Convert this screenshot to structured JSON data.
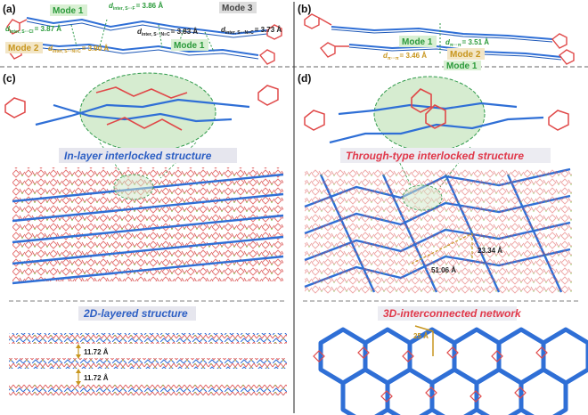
{
  "panels": {
    "a": {
      "label": "(a)",
      "mode1_top": "Mode 1",
      "mode1_bottom": "Mode 1",
      "mode2": "Mode 2",
      "mode3": "Mode 3",
      "d_sf": {
        "sym": "d",
        "sub": "inter, S···F",
        "value": "= 3.86 Å"
      },
      "d_scl": {
        "sym": "d",
        "sub": "inter, S···Cl",
        "value": "= 3.87 Å"
      },
      "d_sn": {
        "sym": "d",
        "sub": "inter, S···N≡C",
        "value": "= 3.83 Å"
      },
      "d_sn2": {
        "sym": "d",
        "sub": "inter, S···N≡C",
        "value": "= 3.73 Å"
      },
      "d_sn3": {
        "sym": "d",
        "sub": "inter, S···N≡C",
        "value": "= 3.90 Å"
      }
    },
    "b": {
      "label": "(b)",
      "mode1_top": "Mode 1",
      "mode1_bottom": "Mode 1",
      "mode2": "Mode 2",
      "d_pp1": {
        "sym": "d",
        "sub": "π···π",
        "value": "= 3.51 Å"
      },
      "d_pp2": {
        "sym": "d",
        "sub": "π···π",
        "value": "= 3.46 Å"
      }
    },
    "c": {
      "label": "(c)",
      "title_top": "In-layer interlocked structure",
      "title_bottom": "2D-layered structure",
      "spacing1": "11.72 Å",
      "spacing2": "11.72 Å"
    },
    "d": {
      "label": "(d)",
      "title_top": "Through-type interlocked structure",
      "title_bottom": "3D-interconnected network",
      "dist1": "23.34 Å",
      "dist2": "51.06 Å",
      "dist3": "25 Å"
    }
  },
  "colors": {
    "red_molecule": "#e04848",
    "blue_molecule": "#2f6fd6",
    "green_mode": "#2a9a3a",
    "orange_mode": "#c8961e",
    "grey_mode": "#666666",
    "highlight": "#cfe8c8",
    "dashed_green": "#2f9a4a",
    "title_blue": "#2d5fc4",
    "title_red": "#e0384a"
  }
}
